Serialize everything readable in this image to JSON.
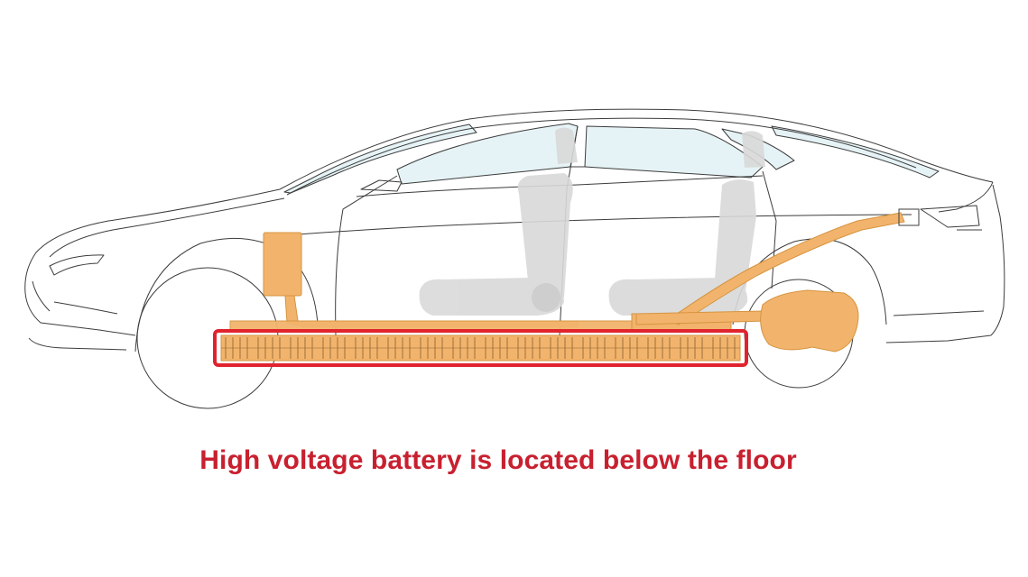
{
  "caption": "High voltage battery is located below the floor",
  "colors": {
    "caption": "#c8202f",
    "highlight": "#e0232e",
    "component_fill": "#f2b46c",
    "component_stroke": "#d59440",
    "outline": "#3c3c3c",
    "glass": "#e6f3f6",
    "seat": "#d9d9d9"
  },
  "icons": [
    "car-outline",
    "battery-pack",
    "electronics-box",
    "rear-drive-unit"
  ]
}
